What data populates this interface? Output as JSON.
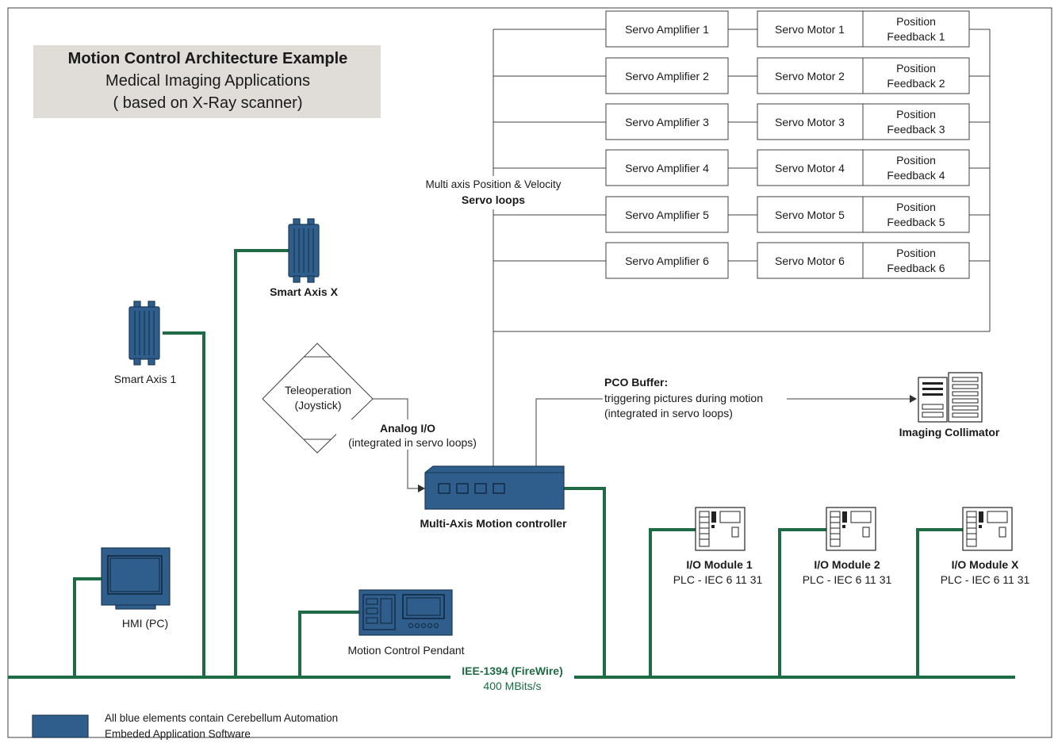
{
  "title": {
    "main": "Motion Control Architecture Example",
    "line2": "Medical Imaging Applications",
    "line3": "( based on X-Ray scanner)"
  },
  "servo_rows": [
    {
      "amplifier": "Servo Amplifier 1",
      "motor": "Servo Motor 1",
      "feedback_1": "Position",
      "feedback_2": "Feedback 1"
    },
    {
      "amplifier": "Servo Amplifier 2",
      "motor": "Servo Motor 2",
      "feedback_1": "Position",
      "feedback_2": "Feedback 2"
    },
    {
      "amplifier": "Servo Amplifier 3",
      "motor": "Servo Motor 3",
      "feedback_1": "Position",
      "feedback_2": "Feedback 3"
    },
    {
      "amplifier": "Servo Amplifier 4",
      "motor": "Servo Motor 4",
      "feedback_1": "Position",
      "feedback_2": "Feedback 4"
    },
    {
      "amplifier": "Servo Amplifier 5",
      "motor": "Servo Motor 5",
      "feedback_1": "Position",
      "feedback_2": "Feedback 5"
    },
    {
      "amplifier": "Servo Amplifier 6",
      "motor": "Servo Motor 6",
      "feedback_1": "Position",
      "feedback_2": "Feedback 6"
    }
  ],
  "servo_loops": {
    "line1": "Multi axis  Position & Velocity",
    "line2": "Servo loops"
  },
  "smart_axis_x": "Smart Axis X",
  "smart_axis_1": "Smart Axis 1",
  "teleoperation": {
    "line1": "Teleoperation",
    "line2": "(Joystick)"
  },
  "analog_io": {
    "line1": "Analog I/O",
    "line2": "(integrated in servo loops)"
  },
  "pco_buffer": {
    "line1": "PCO Buffer:",
    "line2": "triggering pictures during motion",
    "line3": "(integrated in servo loops)"
  },
  "imaging_collimator": "Imaging Collimator",
  "controller": "Multi-Axis Motion controller",
  "io_modules": [
    {
      "name": "I/O Module 1",
      "plc": "PLC - IEC 6 11 31"
    },
    {
      "name": "I/O Module 2",
      "plc": "PLC - IEC 6 11 31"
    },
    {
      "name": "I/O Module  X",
      "plc": "PLC - IEC 6 11 31"
    }
  ],
  "hmi": "HMI (PC)",
  "pendant": "Motion Control Pendant",
  "bus": {
    "name": "IEE-1394 (FireWire)",
    "speed": "400 MBits/s"
  },
  "legend": {
    "line1": "All blue elements contain Cerebellum Automation",
    "line2": "Embeded Application Software"
  },
  "colors": {
    "device_blue": "#2f5e8c",
    "bus_green": "#1e6b45",
    "title_bg": "#e0dcd8"
  }
}
